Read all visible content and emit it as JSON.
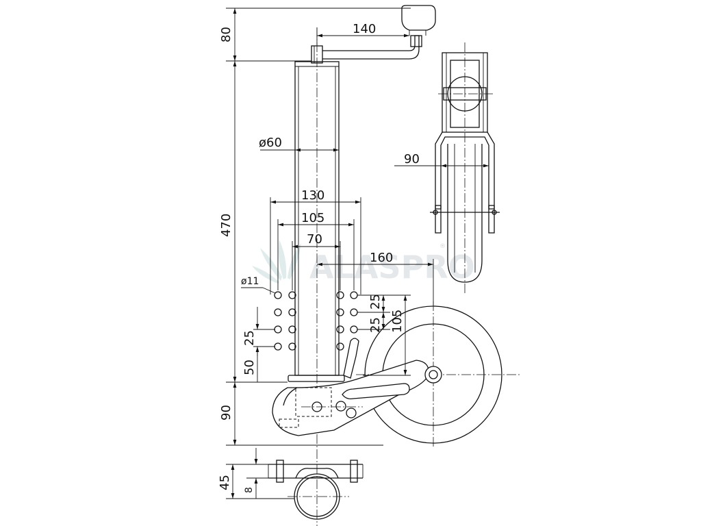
{
  "drawing": {
    "dimensions": {
      "height_handle": "80",
      "handle_reach": "140",
      "tube_length": "470",
      "tube_diameter": "ø60",
      "wheel_width": "90",
      "plate_width_outer": "130",
      "plate_width_mid": "105",
      "plate_width_inner": "70",
      "wheel_offset": "160",
      "hole_diameter": "ø11",
      "hole_pitch_v_right_upper": "25",
      "hole_pitch_v_right_lower": "25",
      "hole_span_right": "105",
      "hole_pitch_v_left": "25",
      "bottom_offset": "50",
      "foot_height": "90",
      "clamp_height": "45",
      "clamp_flange": "8"
    },
    "watermark": {
      "brand": "ALASPRO",
      "mark": "®"
    },
    "colors": {
      "line": "#111111",
      "watermark": "#cfd6dc",
      "background": "#ffffff"
    }
  }
}
